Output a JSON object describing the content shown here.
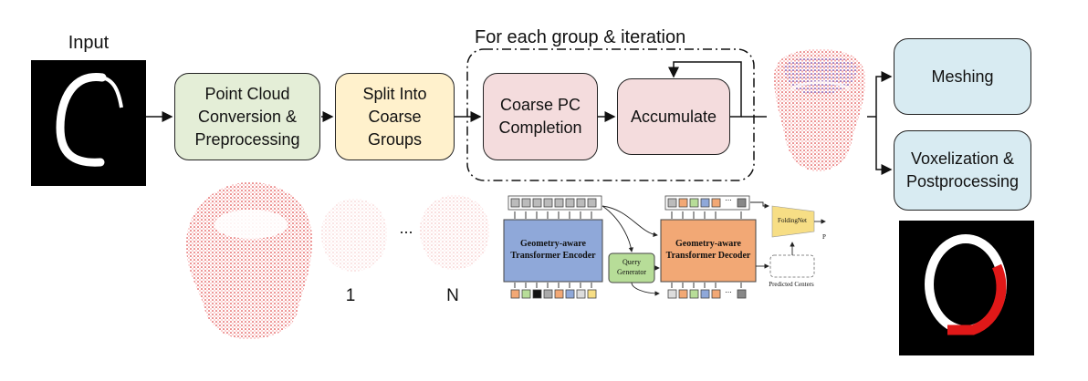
{
  "labels": {
    "input": "Input",
    "loop_title": "For each  group & iteration",
    "index_first": "1",
    "index_last": "N",
    "ellipsis": "..."
  },
  "boxes": {
    "conversion": "Point Cloud\nConversion &\nPreprocessing",
    "split": "Split Into\nCoarse\nGroups",
    "completion": "Coarse PC\nCompletion",
    "accumulate": "Accumulate",
    "meshing": "Meshing",
    "voxelization": "Voxelization &\nPostprocessing"
  },
  "network": {
    "encoder": "Geometry-aware\nTransformer Encoder",
    "decoder": "Geometry-aware\nTransformer Decoder",
    "query": "Query\nGenerator",
    "foldingnet": "FoldingNet",
    "p_label": "P",
    "predicted_centers": "Predicted Centers",
    "ellipsis": "..."
  },
  "colors": {
    "green": "#e4eed7",
    "yellow": "#fff1cc",
    "pink": "#f4dcdd",
    "light_blue": "#d8ebf2",
    "encoder": "#8fa8d9",
    "decoder": "#f2a875",
    "query": "#b7dd98",
    "folding": "#f7de85",
    "point_red": "#e82020",
    "point_blue": "#3a3ad8"
  }
}
